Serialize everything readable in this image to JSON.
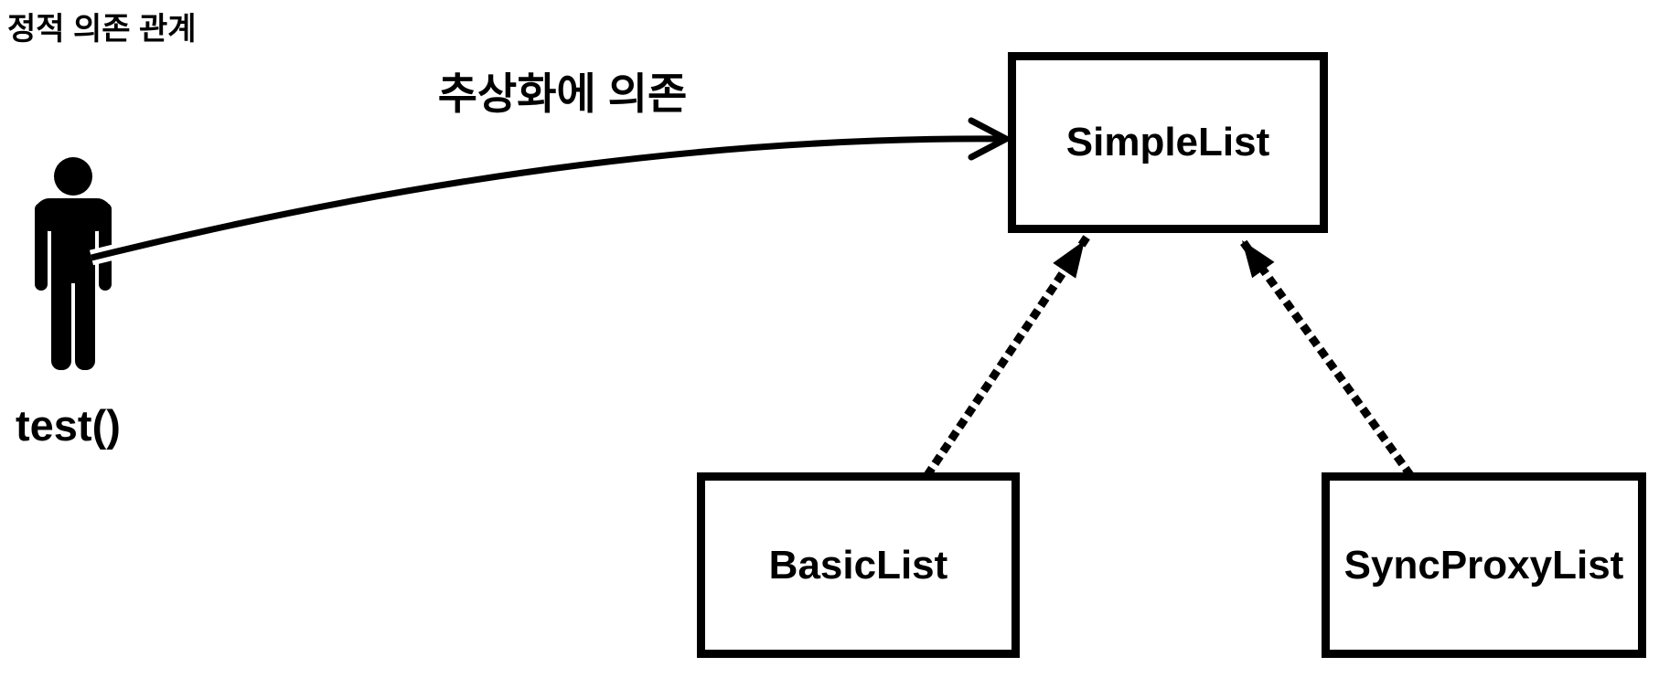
{
  "title": "정적 의존 관계",
  "actor": {
    "label": "test()",
    "icon": "person-icon"
  },
  "nodes": {
    "simple_list": {
      "label": "SimpleList"
    },
    "basic_list": {
      "label": "BasicList"
    },
    "sync_proxy_list": {
      "label": "SyncProxyList"
    }
  },
  "edges": {
    "dependency": {
      "label": "추상화에 의존",
      "from": "test()",
      "to": "SimpleList",
      "style": "solid-curve-open-arrow"
    },
    "basiclist_realization": {
      "label": "",
      "from": "BasicList",
      "to": "SimpleList",
      "style": "dotted-filled-arrow"
    },
    "syncproxylist_realization": {
      "label": "",
      "from": "SyncProxyList",
      "to": "SimpleList",
      "style": "dotted-filled-arrow"
    }
  },
  "colors": {
    "foreground": "#000000",
    "background": "#ffffff"
  }
}
